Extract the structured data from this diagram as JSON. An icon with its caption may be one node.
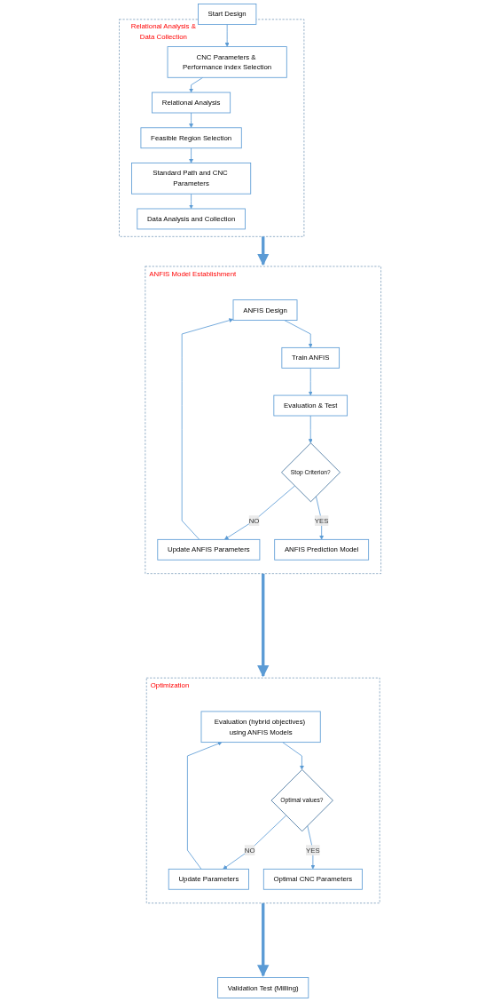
{
  "diagram": {
    "nodes": [
      {
        "text": [
          "Start Design"
        ]
      },
      {
        "text": [
          "Relational Analysis & Data Collection"
        ]
      },
      {
        "text": [
          "CNC Parameters & Performance index Selection"
        ],
        "in": 1
      },
      {
        "text": [
          "Relational Analysis"
        ],
        "in": 1
      },
      {
        "text": [
          "Feasible Region Selection"
        ],
        "in": 1
      },
      {
        "text": [
          "Standard Path and CNC Parameters"
        ],
        "in": 1
      },
      {
        "text": [
          "Data Analysis and Collection"
        ],
        "in": 1
      },
      {
        "text": [
          "ANFIS Model Establishment"
        ]
      },
      {
        "text": [
          "ANFIS Design"
        ],
        "in": 7
      },
      {
        "text": [
          "Train ANFIS"
        ],
        "in": 7
      },
      {
        "text": [
          "Update ANFIS Parameters"
        ],
        "in": 7
      },
      {
        "text": [
          "Evaluation & Test"
        ],
        "in": 7
      },
      {
        "text": [
          "Stop Criterion?"
        ],
        "in": 7
      },
      {
        "text": [
          "ANFIS Prediction Model"
        ],
        "in": 7
      },
      {
        "text": [
          "Optimization"
        ]
      },
      {
        "text": [
          "Evaluation (hybrid objectives) using ANFIS Models"
        ],
        "in": 14
      },
      {
        "text": [
          "Update Parameters"
        ],
        "in": 14
      },
      {
        "text": [
          "Optimal values?"
        ],
        "in": 14
      },
      {
        "text": [
          "Optimal CNC Parameters"
        ],
        "in": 14
      },
      {
        "text": [
          "Validation Test (Milling)"
        ]
      }
    ],
    "edges": [
      {
        "from": 0,
        "to": 2,
        "arrow": "to"
      },
      {
        "from": 2,
        "to": 3,
        "arrow": "to"
      },
      {
        "from": 3,
        "to": 4,
        "arrow": "to"
      },
      {
        "from": 4,
        "to": 5,
        "arrow": "to"
      },
      {
        "from": 5,
        "to": 6,
        "arrow": "to"
      },
      {
        "from": 1,
        "to": 7,
        "arrow": "to",
        "style": "thick"
      },
      {
        "from": 8,
        "to": 9,
        "arrow": "to"
      },
      {
        "from": 9,
        "to": 11,
        "arrow": "to"
      },
      {
        "from": 11,
        "to": 12,
        "arrow": "to"
      },
      {
        "from": 12,
        "to": 10,
        "arrow": "to",
        "label": "NO"
      },
      {
        "from": 10,
        "to": 8,
        "arrow": "to"
      },
      {
        "from": 12,
        "to": 13,
        "arrow": "to",
        "label": "YES"
      },
      {
        "from": 7,
        "to": 14,
        "arrow": "to",
        "style": "thick"
      },
      {
        "from": 16,
        "to": 15,
        "arrow": "to"
      },
      {
        "from": 15,
        "to": 17,
        "arrow": "to"
      },
      {
        "from": 17,
        "to": 16,
        "arrow": "to",
        "label": "NO"
      },
      {
        "from": 17,
        "to": 18,
        "arrow": "to",
        "label": "YES"
      },
      {
        "from": 14,
        "to": 19,
        "arrow": "to",
        "style": "thick"
      }
    ]
  }
}
